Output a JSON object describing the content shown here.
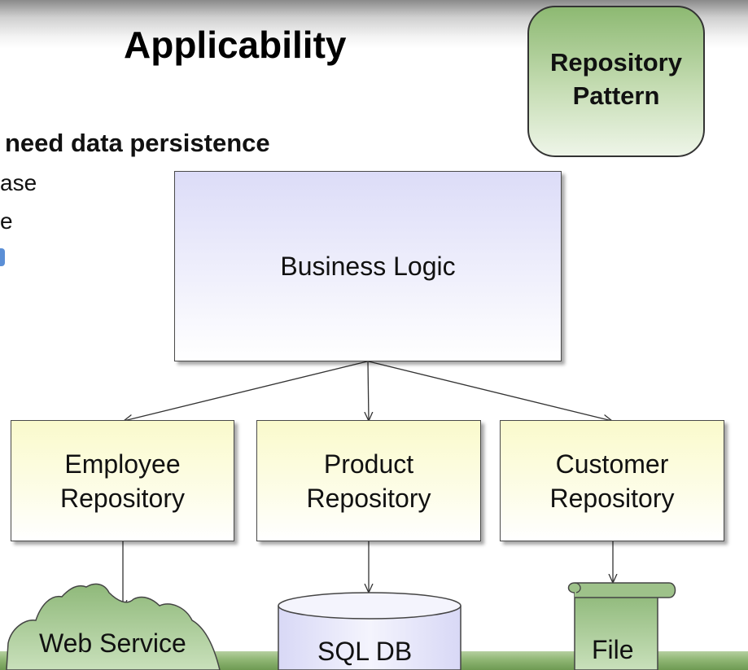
{
  "slide": {
    "title": "Applicability",
    "badge": {
      "line1": "Repository",
      "line2": "Pattern"
    },
    "bullet_heading": "need data persistence",
    "bullet_fragments": [
      "ase",
      "e"
    ]
  },
  "diagram": {
    "top_node": {
      "label": "Business Logic"
    },
    "repositories": [
      {
        "line1": "Employee",
        "line2": "Repository"
      },
      {
        "line1": "Product",
        "line2": "Repository"
      },
      {
        "line1": "Customer",
        "line2": "Repository"
      }
    ],
    "storage": [
      {
        "label": "Web Service",
        "shape": "cloud"
      },
      {
        "label": "SQL DB",
        "shape": "cylinder"
      },
      {
        "label": "File",
        "shape": "scroll"
      }
    ]
  },
  "colors": {
    "top_fill": "#e6e6fa",
    "repo_fill": "#fbfbd8",
    "badge_fill": "#8db972",
    "cloud_fill": "#9ec28a",
    "cylinder_fill": "#eeeefc",
    "scroll_fill": "#9ec28a"
  }
}
